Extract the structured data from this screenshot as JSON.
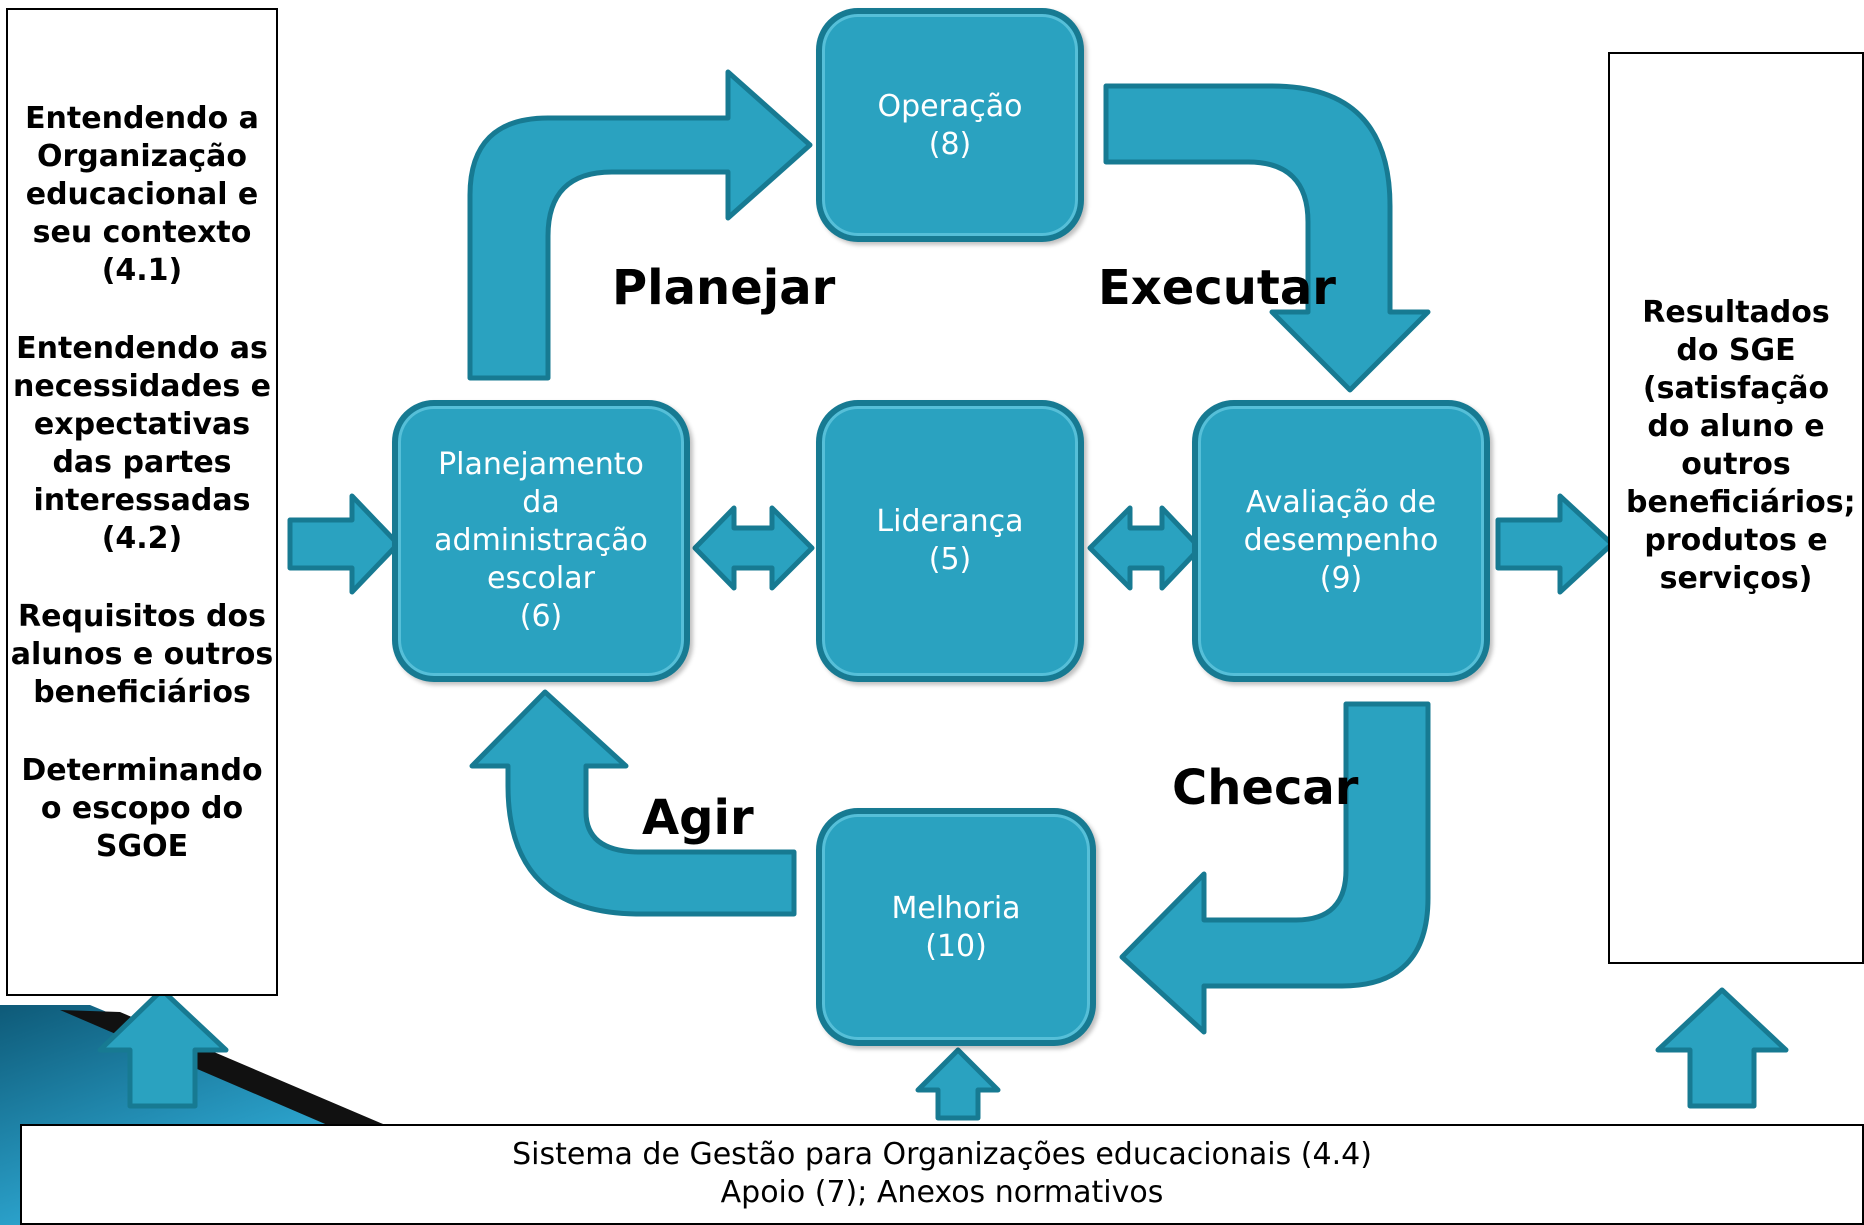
{
  "left_box": {
    "items": [
      "Entendendo a Organização educacional e seu contexto (4.1)",
      "Entendendo as necessidades e expectativas das partes interessadas (4.2)",
      "Requisitos dos alunos e outros beneficiários",
      "Determinando o escopo do SGOE"
    ]
  },
  "right_box": {
    "text": "Resultados do SGE (satisfação do aluno e outros beneficiários; produtos e serviços)"
  },
  "nodes": {
    "operacao": {
      "name": "Operação",
      "num": "(8)"
    },
    "planejamento": {
      "line1": "Planejamento",
      "line2": "da",
      "line3": "administração",
      "line4": "escolar",
      "num": "(6)"
    },
    "lideranca": {
      "name": "Liderança",
      "num": "(5)"
    },
    "avaliacao": {
      "line1": "Avaliação de",
      "line2": "desempenho",
      "num": "(9)"
    },
    "melhoria": {
      "name": "Melhoria",
      "num": "(10)"
    }
  },
  "cycle_labels": {
    "planejar": "Planejar",
    "executar": "Executar",
    "checar": "Checar",
    "agir": "Agir"
  },
  "footer": {
    "line1": "Sistema de Gestão para Organizações educacionais (4.4)",
    "line2": "Apoio (7); Anexos normativos"
  },
  "colors": {
    "fill": "#2aa2c0",
    "border": "#177a92",
    "highlight": "#56bfd8"
  }
}
